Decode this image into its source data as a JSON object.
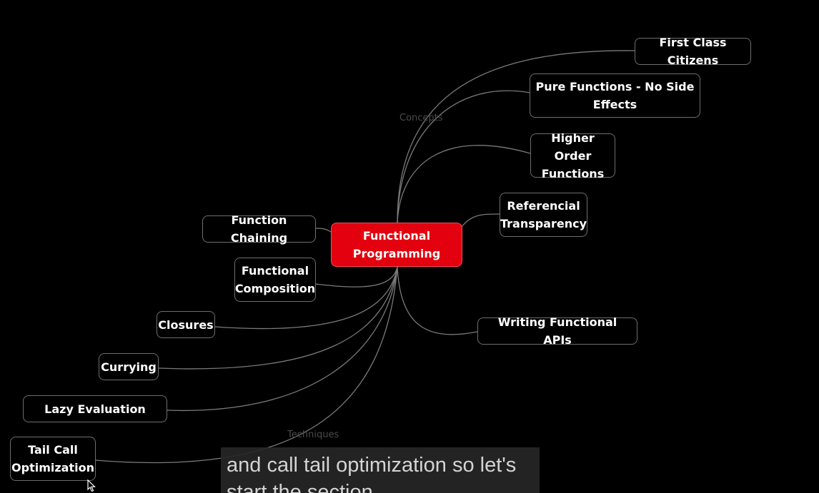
{
  "mindmap": {
    "root": "Functional\nProgramming",
    "branches": [
      {
        "label": "Concepts",
        "nodes": [
          "First Class Citizens",
          "Pure Functions - No Side\nEffects",
          "Higher Order\nFunctions",
          "Referencial\nTransparency",
          "Writing Functional APIs"
        ]
      },
      {
        "label": "Techniques",
        "nodes": [
          "Function Chaining",
          "Functional\nComposition",
          "Closures",
          "Currying",
          "Lazy Evaluation",
          "Tail Call\nOptimization"
        ]
      }
    ]
  },
  "subtitle": "and call tail optimization so let's\nstart the section",
  "colors": {
    "root_fill": "#e3000f",
    "background": "#000000",
    "connector": "#7a7a7a",
    "node_border": "#6e6e6e"
  },
  "icons": {
    "cursor": "mouse-pointer-icon"
  }
}
